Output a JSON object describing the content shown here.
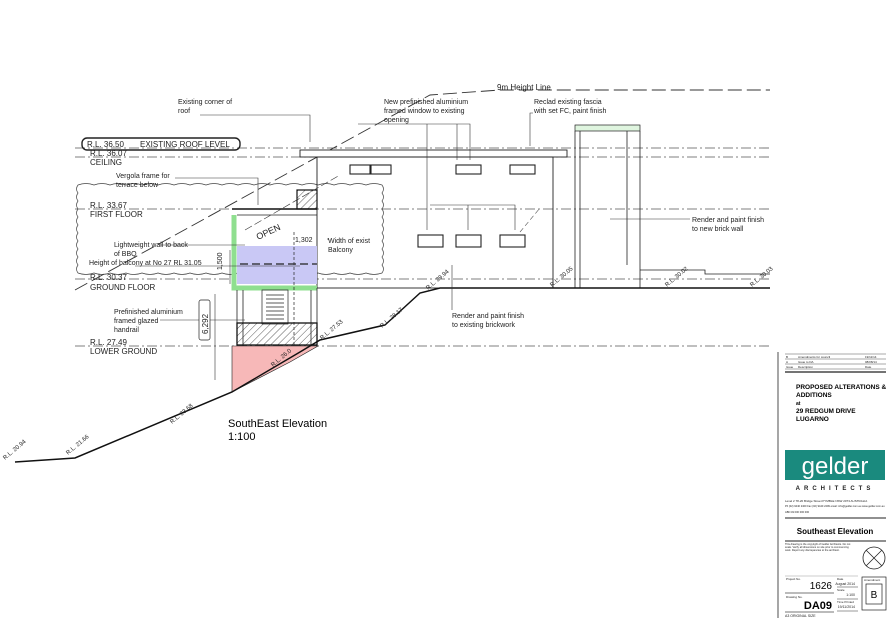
{
  "drawing": {
    "height_line_label": "9m Height Line",
    "levels": [
      {
        "rl": "R.L. 36.50",
        "name": "EXISTING ROOF LEVEL"
      },
      {
        "rl": "R.L. 36.07",
        "name": "CEILING"
      },
      {
        "rl": "R.L. 33.67",
        "name": "FIRST FLOOR"
      },
      {
        "rl": "R.L. 30.37",
        "name": "GROUND FLOOR"
      },
      {
        "rl": "R.L. 27.49",
        "name": "LOWER GROUND"
      }
    ],
    "notes": {
      "roof_corner": [
        "Existing corner of",
        "roof"
      ],
      "pergola": [
        "Vergola frame for",
        "terrace below"
      ],
      "window": [
        "New prefinished aluminium",
        "framed window to existing",
        "opening"
      ],
      "fascia": [
        "Reclad existing fascia",
        "with set FC, paint finish"
      ],
      "render_new": [
        "Render and paint finish",
        "to new brick wall"
      ],
      "render_existing": [
        "Render and paint finish",
        "to existing brickwork"
      ],
      "lightweight_wall": [
        "Lightweight wall to back",
        "of BBQ"
      ],
      "balcony_height": "Height of balcony at No 27 RL 31.05",
      "balcony_width": [
        "Width of exist",
        "Balcony"
      ],
      "handrail": [
        "Prefinished aluminium",
        "framed glazed",
        "handrail"
      ],
      "open": "OPEN"
    },
    "dimensions": {
      "balcony_width": "1,302",
      "wall_height": "1,500",
      "overall_height": "6,292"
    },
    "spot_levels": [
      "R.L. 20.94",
      "R.L. 21.66",
      "R.L. 23.68",
      "R.L. 26.0",
      "R.L. 27.53",
      "R.L. 28.17",
      "R.L. 29.94",
      "R.L. 30.05",
      "R.L. 30.02",
      "R.L. 30.03"
    ],
    "view_title": "SouthEast Elevation",
    "scale": "1:100"
  },
  "title_block": {
    "revisions": [
      {
        "rev": "B",
        "desc": "Amendments for council",
        "date": "19/11/14"
      },
      {
        "rev": "A",
        "desc": "Issue to DA",
        "date": "08/08/14"
      },
      {
        "rev": "Issue",
        "desc": "Description",
        "date": "Date"
      }
    ],
    "project": [
      "PROPOSED ALTERATIONS &",
      "ADDITIONS"
    ],
    "at": "at",
    "address": [
      "29 REDGUM DRIVE",
      "LUGARNO"
    ],
    "logo_text": "gelder",
    "logo_sub": "ARCHITECTS",
    "office_address": "Level 2 78-20 Bridge Street PYMBLE NSW 2073 AUSTRALIA",
    "office_contact": "Ph (02) 9440 2400  Fax (02) 9440 2499  email: info@gelder.com.au  www.gelder.com.au",
    "abn": "ABN 49 000 000 000",
    "sheet_title": "Southeast Elevation",
    "copyright": "This drawing is the copyright of Gelder Architects. Do not scale. Verify all dimensions on site prior to commencing work. Report any discrepancies to the architect.",
    "project_no_label": "Project No.",
    "project_no": "1626",
    "date_label": "Date",
    "date": "August 2014",
    "scale_label": "Scale",
    "scale": "1:100",
    "drawing_no_label": "Drawing No.",
    "drawing_no": "DA09",
    "time_printed_label": "Time Printed",
    "time_printed": "19/11/2014",
    "amendment_label": "Amendment",
    "amendment": "B",
    "footer": "A3 ORIGINAL SIZE",
    "logo_color": "#1a8a7e"
  },
  "colors": {
    "balcony_fill": "#c9c8f5",
    "frame_green": "#8fdf8f",
    "cut_fill": "#f7b8b8"
  }
}
